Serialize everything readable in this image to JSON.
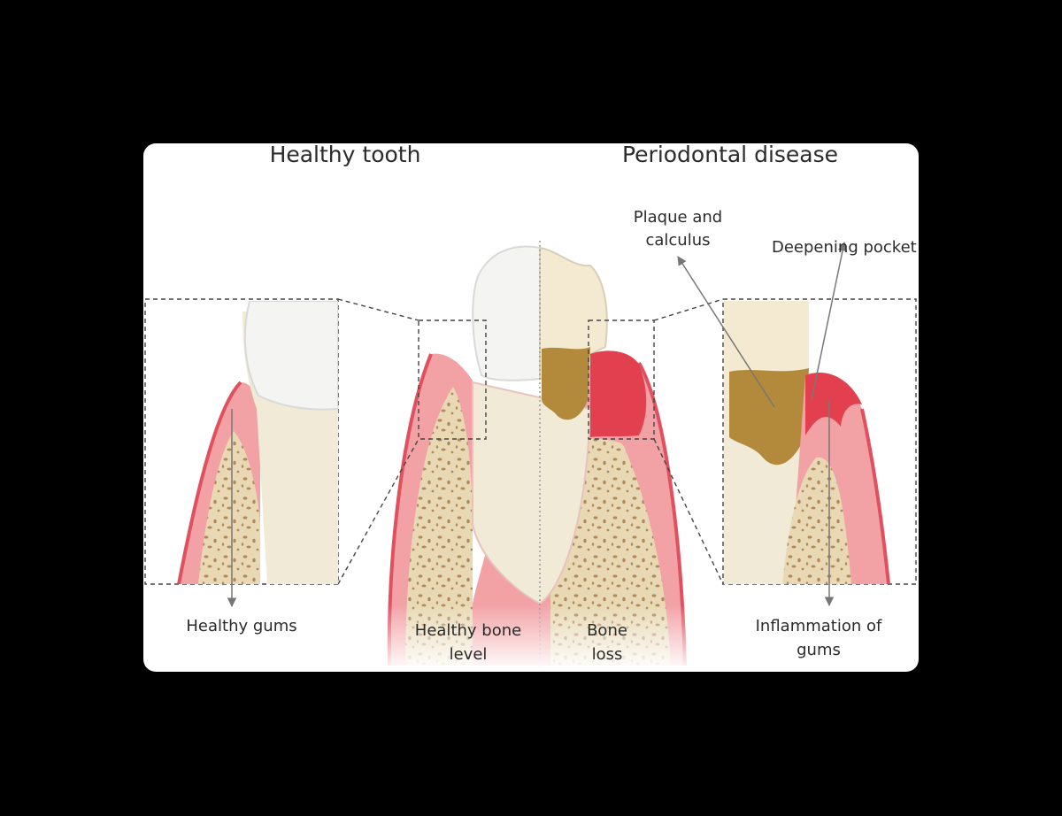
{
  "titles": {
    "left": "Healthy tooth",
    "right": "Periodontal disease"
  },
  "labels": {
    "healthy_gums": "Healthy gums",
    "healthy_bone_level": [
      "Healthy bone",
      "level"
    ],
    "bone_loss": [
      "Bone",
      "loss"
    ],
    "plaque_and_calculus": [
      "Plaque and",
      "calculus"
    ],
    "deepening_pocket": "Deepening pocket",
    "inflammation_of_gums": [
      "Inflammation of",
      "gums"
    ]
  },
  "colors": {
    "background": "#000000",
    "card": "#ffffff",
    "gum": "#f2a1a5",
    "gum_edge": "#e0505e",
    "inflamed_gum": "#e2404e",
    "bone": "#e8d9b4",
    "bone_speckle": "#b08a5c",
    "enamel": "#f4f4f2",
    "dentin": "#f1ead6",
    "calculus": "#b38a3c",
    "arrow": "#777777"
  }
}
